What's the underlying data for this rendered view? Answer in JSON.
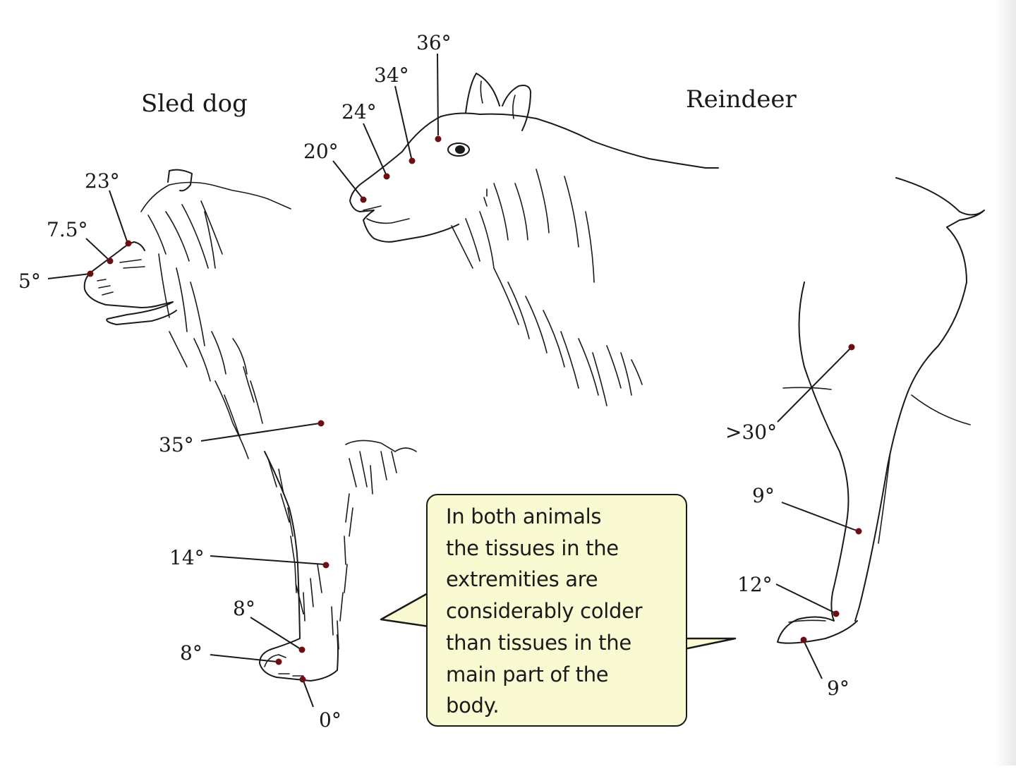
{
  "titles": {
    "sled_dog": "Sled dog",
    "reindeer": "Reindeer"
  },
  "callout": {
    "lines": [
      "In both animals",
      "the tissues in the",
      "extremities are",
      "considerably colder",
      "than tissues in the",
      "main part of the",
      "body."
    ],
    "background": "#fafad2"
  },
  "sled_dog_temps": {
    "nose_tip": "5°",
    "muzzle": "7.5°",
    "brow": "23°",
    "chest": "35°",
    "foreleg": "14°",
    "ankle": "8°",
    "toe": "8°",
    "pad": "0°"
  },
  "reindeer_temps": {
    "lip": "20°",
    "nose_bridge": "24°",
    "forehead_low": "34°",
    "forehead_high": "36°",
    "upper_leg": ">30°",
    "lower_leg": "9°",
    "fetlock": "12°",
    "hoof": "9°"
  },
  "colors": {
    "dot": "#6b0f12",
    "line": "#1a1a1a"
  }
}
